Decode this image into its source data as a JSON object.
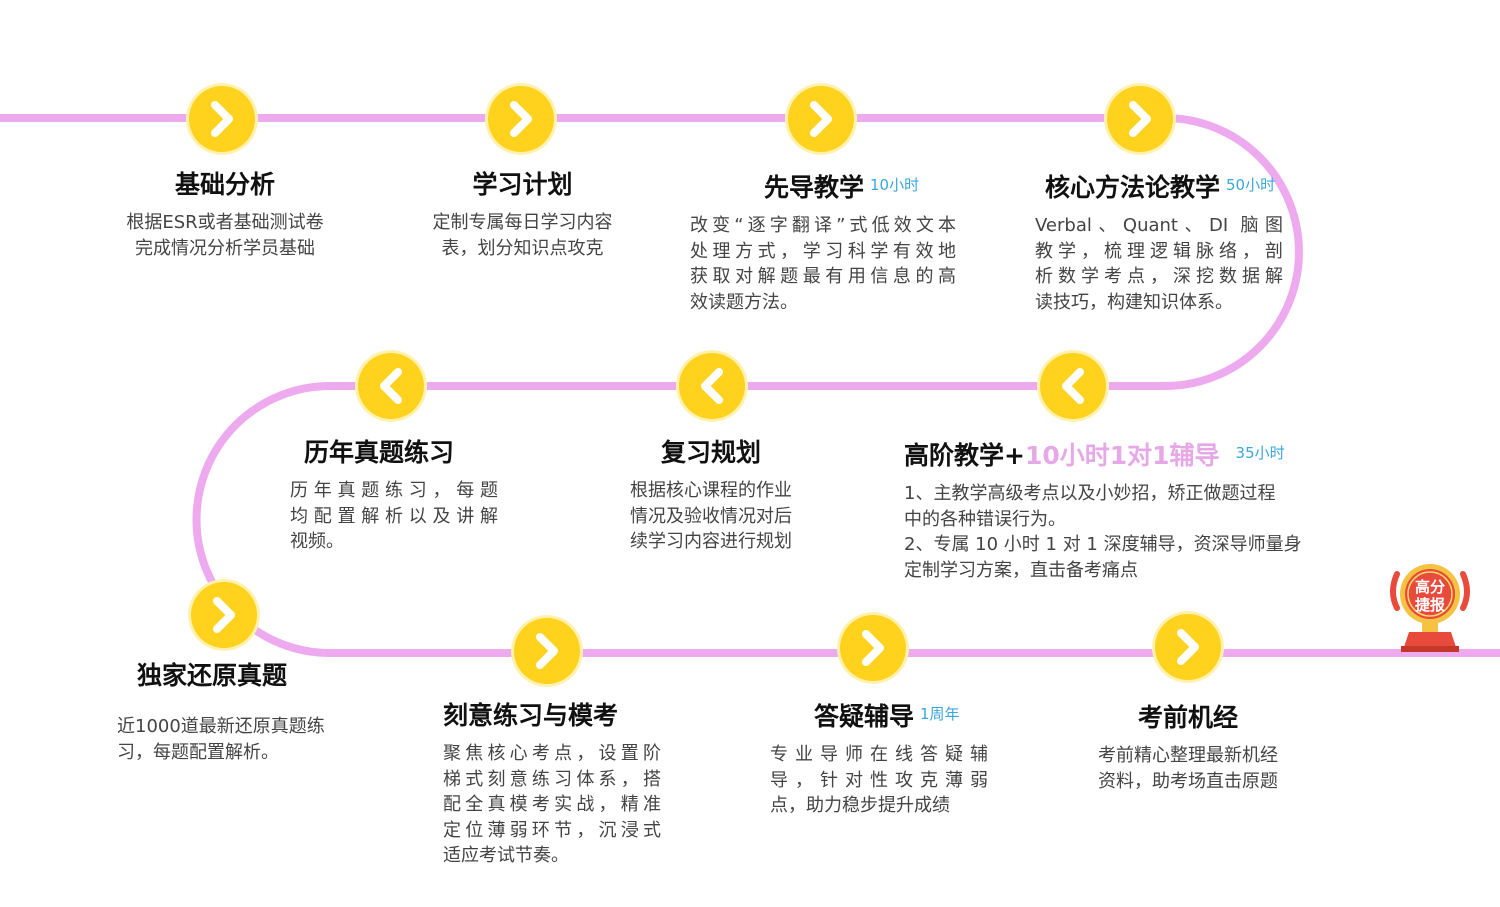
{
  "colors": {
    "track": "#eeaaee",
    "node": "#ffd21e",
    "tag": "#3aa6dc",
    "accent": "#e7a8e8"
  },
  "steps": [
    {
      "title": "基础分析",
      "tag": "",
      "desc": [
        "根据ESR或者基础测试卷",
        "完成情况分析学员基础"
      ]
    },
    {
      "title": "学习计划",
      "tag": "",
      "desc": [
        "定制专属每日学习内容",
        "表，划分知识点攻克"
      ]
    },
    {
      "title": "先导教学",
      "tag": "10小时",
      "desc": [
        "改变“逐字翻译”式低效文本",
        "处理方式，学习科学有效地",
        "获取对解题最有用信息的高",
        "效读题方法。"
      ]
    },
    {
      "title": "核心方法论教学",
      "tag": "50小时",
      "desc": [
        "Verbal、Quant、DI 脑图",
        "教学，梳理逻辑脉络，剖",
        "析数学考点，深挖数据解",
        "读技巧，构建知识体系。"
      ]
    },
    {
      "title": "高阶教学+",
      "title_accent": "10小时1对1辅导",
      "tag": "35小时",
      "desc": [
        "1、主教学高级考点以及小妙招，矫正做题过程",
        "中的各种错误行为。",
        "2、专属 10 小时 1 对 1 深度辅导，资深导师量身",
        "定制学习方案，直击备考痛点"
      ]
    },
    {
      "title": "复习规划",
      "tag": "",
      "desc": [
        "根据核心课程的作业",
        "情况及验收情况对后",
        "续学习内容进行规划"
      ]
    },
    {
      "title": "历年真题练习",
      "tag": "",
      "desc": [
        "历年真题练习，每题",
        "均配置解析以及讲解",
        "视频。"
      ]
    },
    {
      "title": "独家还原真题",
      "tag": "",
      "desc": [
        "近1000道最新还原真题练",
        "习，每题配置解析。"
      ]
    },
    {
      "title": "刻意练习与模考",
      "tag": "",
      "desc": [
        "聚焦核心考点，设置阶",
        "梯式刻意练习体系，搭",
        "配全真模考实战，精准",
        "定位薄弱环节，沉浸式",
        "适应考试节奏。"
      ]
    },
    {
      "title": "答疑辅导",
      "tag": "1周年",
      "desc": [
        "专业导师在线答疑辅",
        "导，针对性攻克薄弱",
        "点，助力稳步提升成绩"
      ]
    },
    {
      "title": "考前机经",
      "tag": "",
      "desc": [
        "考前精心整理最新机经",
        "资料，助考场直击原题"
      ]
    }
  ],
  "nodes": [
    {
      "dir": "right"
    },
    {
      "dir": "right"
    },
    {
      "dir": "right"
    },
    {
      "dir": "right"
    },
    {
      "dir": "left"
    },
    {
      "dir": "left"
    },
    {
      "dir": "left"
    },
    {
      "dir": "right"
    },
    {
      "dir": "right"
    },
    {
      "dir": "right"
    },
    {
      "dir": "right"
    }
  ],
  "badge": {
    "line1": "高分",
    "line2": "捷报",
    "icon": "trophy-badge-icon"
  }
}
